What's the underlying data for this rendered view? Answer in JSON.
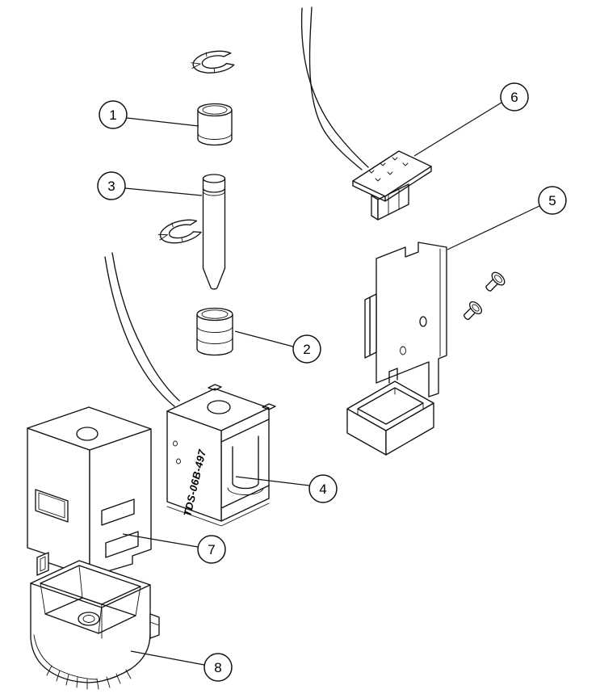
{
  "diagram": {
    "background_color": "#ffffff",
    "line_color": "#121212",
    "solenoid_label": "TDS-06B-497",
    "callouts": [
      {
        "number": "1"
      },
      {
        "number": "2"
      },
      {
        "number": "3"
      },
      {
        "number": "4"
      },
      {
        "number": "5"
      },
      {
        "number": "6"
      },
      {
        "number": "7"
      },
      {
        "number": "8"
      }
    ]
  }
}
